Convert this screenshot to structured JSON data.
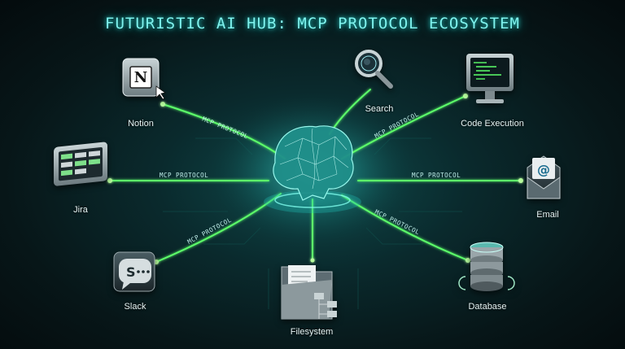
{
  "title": "FUTURISTIC AI HUB: MCP PROTOCOL ECOSYSTEM",
  "protocol_label": "MCP PROTOCOL",
  "colors": {
    "accent": "#3bd9c9",
    "link": "#5dff6a",
    "title": "#7ff3ee"
  },
  "hub": {
    "icon": "ai-brain-icon"
  },
  "nodes": [
    {
      "id": "notion",
      "label": "Notion",
      "icon": "notion-icon"
    },
    {
      "id": "search",
      "label": "Search",
      "icon": "magnifier-icon"
    },
    {
      "id": "code",
      "label": "Code Execution",
      "icon": "monitor-code-icon"
    },
    {
      "id": "jira",
      "label": "Jira",
      "icon": "kanban-board-icon"
    },
    {
      "id": "email",
      "label": "Email",
      "icon": "envelope-icon"
    },
    {
      "id": "slack",
      "label": "Slack",
      "icon": "chat-bubble-icon"
    },
    {
      "id": "filesystem",
      "label": "Filesystem",
      "icon": "folder-tree-icon"
    },
    {
      "id": "database",
      "label": "Database",
      "icon": "database-icon"
    }
  ]
}
